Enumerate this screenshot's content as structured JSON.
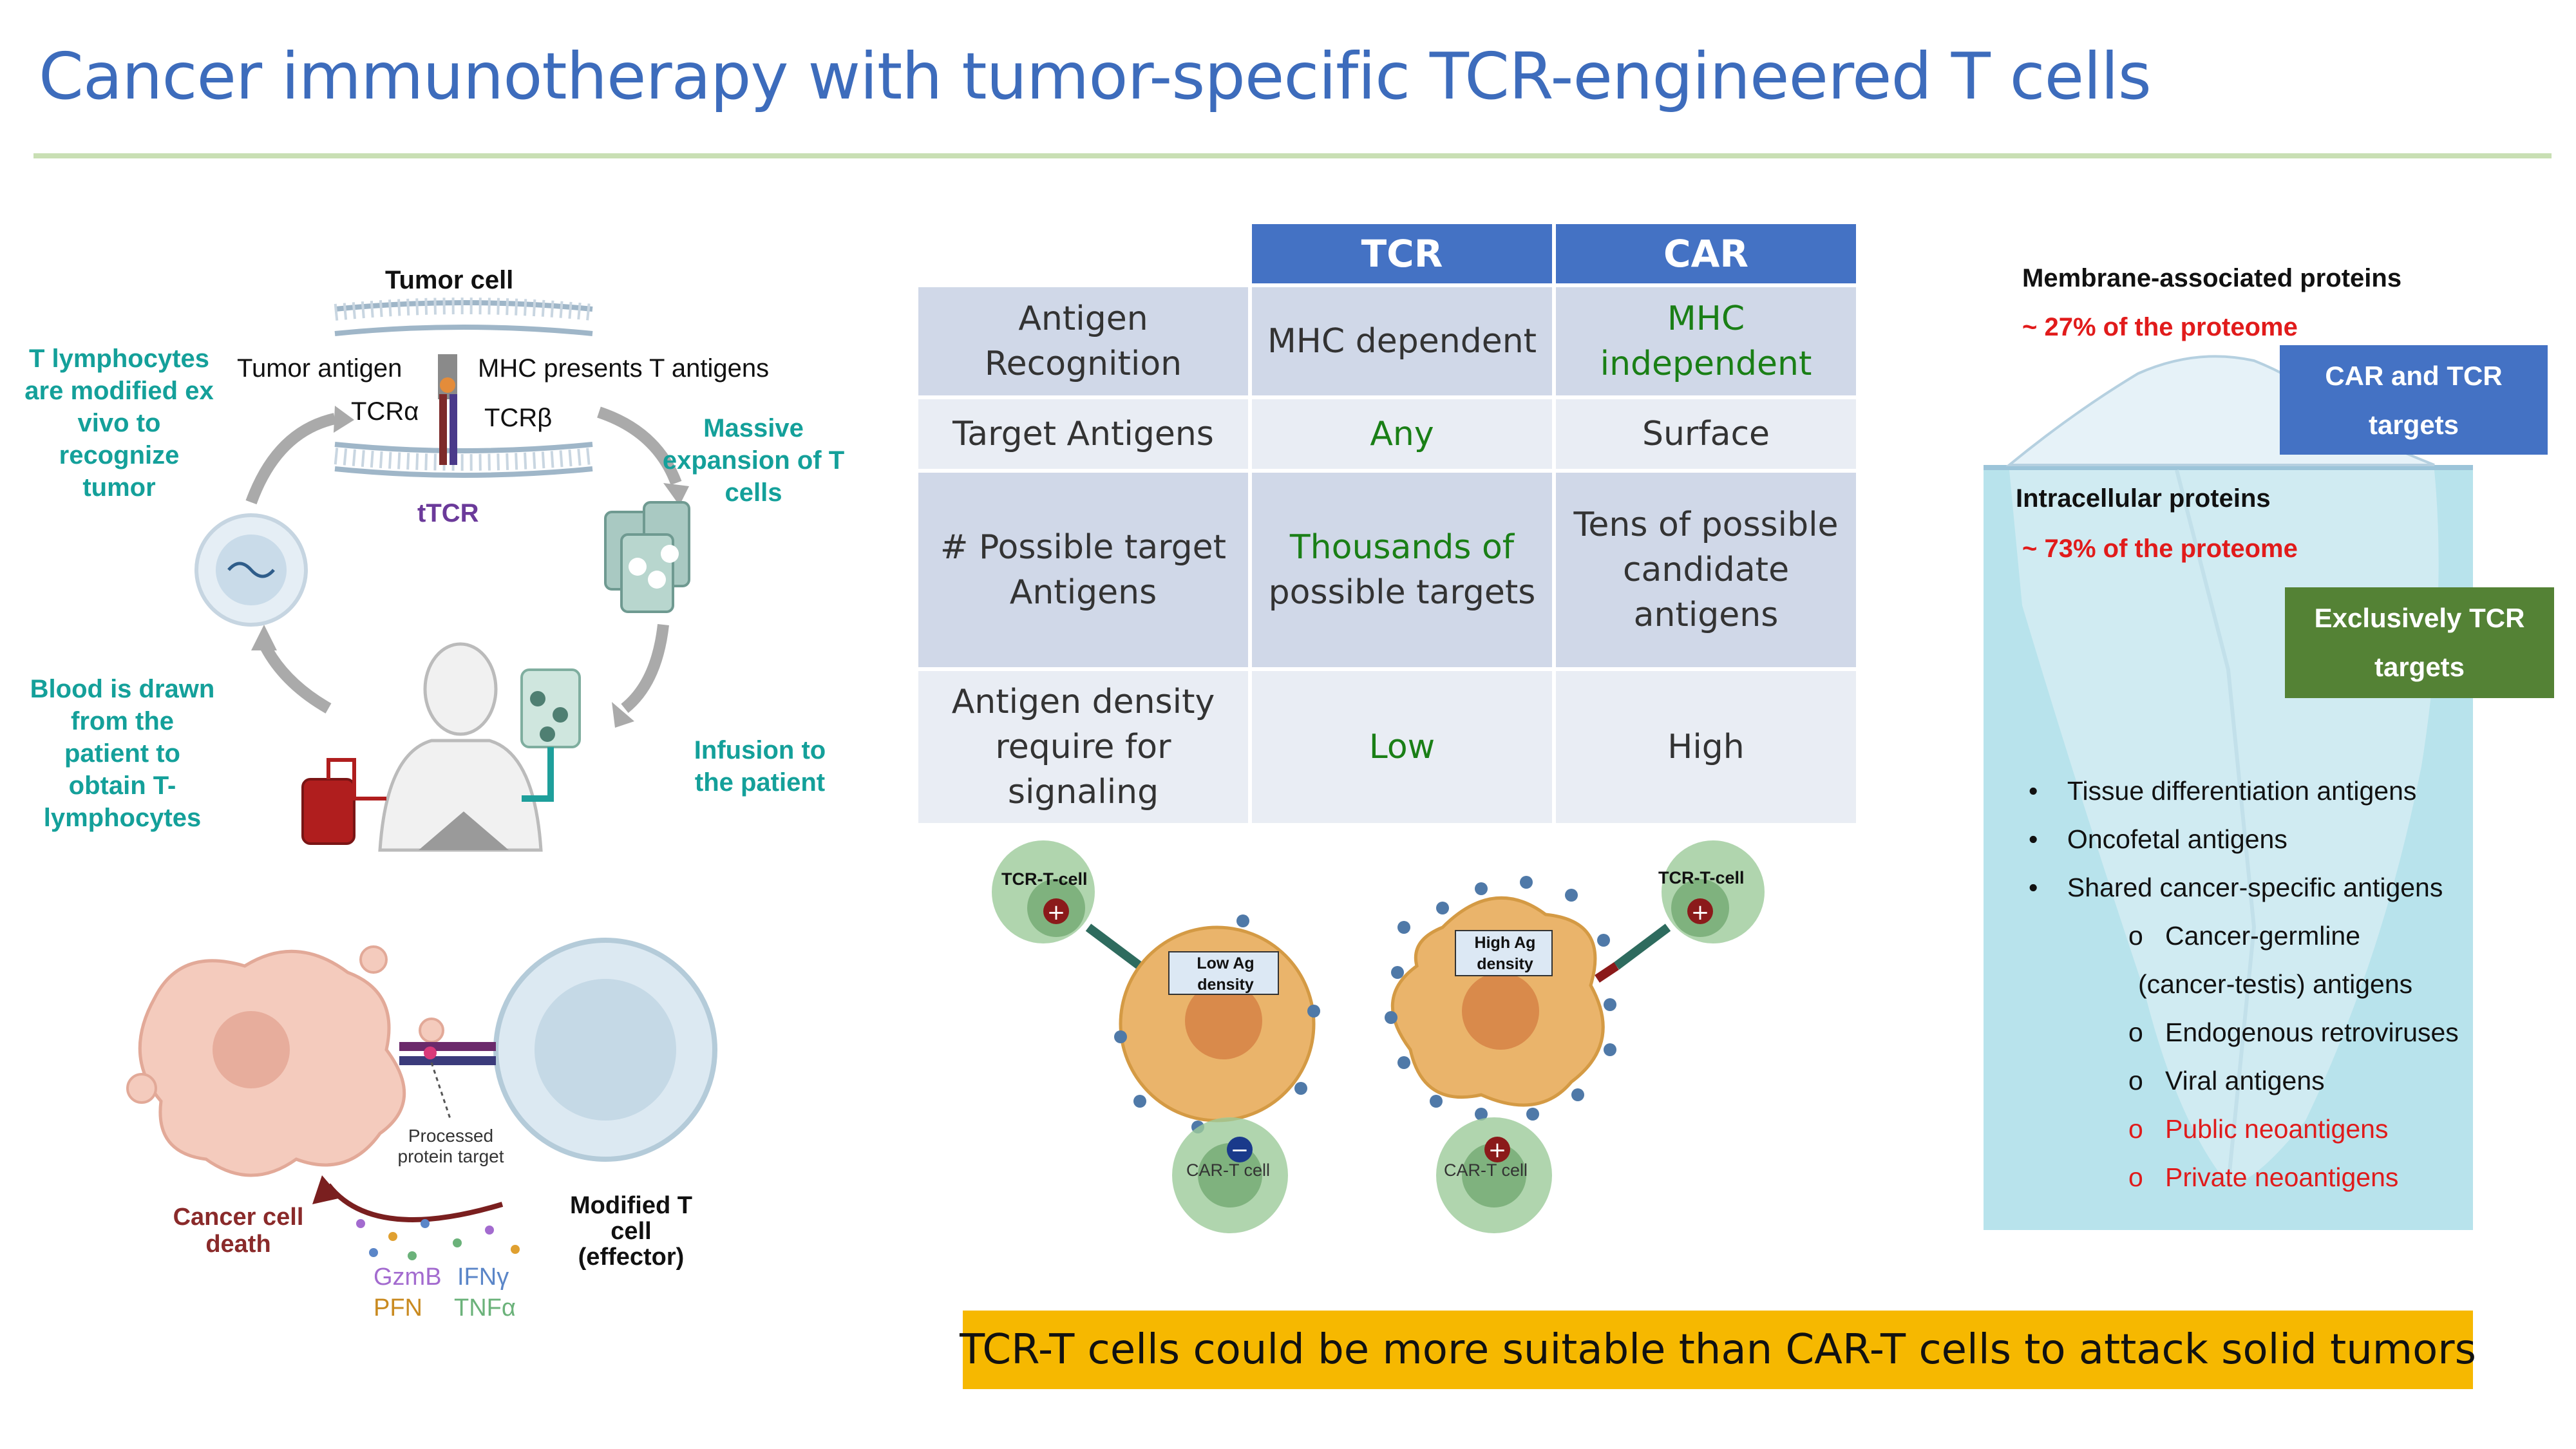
{
  "title": "Cancer immunotherapy with tumor-specific TCR-engineered T cells",
  "cycle": {
    "tumor_cell": "Tumor cell",
    "tumor_antigen": "Tumor antigen",
    "mhc_presents": "MHC presents T antigens",
    "tcr_alpha": "TCRα",
    "tcr_beta": "TCRβ",
    "ttcr": "tTCR",
    "step_modified": "T lymphocytes are modified ex vivo to recognize tumor",
    "step_expansion": "Massive expansion of T cells",
    "step_blood": "Blood is drawn from the patient to obtain T-lymphocytes",
    "step_infusion": "Infusion to the patient"
  },
  "killing": {
    "processed": "Processed protein target",
    "cancer_death": "Cancer cell death",
    "modified_t": "Modified T cell (effector)",
    "gzmb": "GzmB",
    "ifng": "IFNγ",
    "pfn": "PFN",
    "tnfa": "TNFα"
  },
  "table": {
    "headers": [
      "",
      "TCR",
      "CAR"
    ],
    "rows": [
      {
        "label": "Antigen Recognition",
        "tcr": "MHC dependent",
        "car": "MHC independent"
      },
      {
        "label": "Target Antigens",
        "tcr": "Any",
        "car": "Surface"
      },
      {
        "label": "# Possible target Antigens",
        "tcr_green": "Thousands of",
        "tcr_rest": "possible targets",
        "car": "Tens of possible candidate antigens"
      },
      {
        "label": "Antigen density require for signaling",
        "tcr": "Low",
        "car": "High"
      }
    ]
  },
  "density": {
    "tcr_t_cell": "TCR-T-cell",
    "car_t_cell": "CAR-T cell",
    "low": "Low Ag density",
    "high": "High Ag density"
  },
  "iceberg": {
    "membrane_title": "Membrane-associated proteins",
    "membrane_pct": "~ 27% of the proteome",
    "car_tcr_box": "CAR and TCR targets",
    "intracellular_title": "Intracellular proteins",
    "intracellular_pct": "~ 73% of the proteome",
    "exclusive_box": "Exclusively TCR targets",
    "bullets": [
      "Tissue differentiation antigens",
      "Oncofetal antigens",
      "Shared cancer-specific antigens"
    ],
    "sub_bullets": [
      "Cancer-germline",
      "(cancer-testis) antigens",
      "Endogenous retroviruses",
      "Viral antigens",
      "Public neoantigens",
      "Private neoantigens"
    ]
  },
  "colors": {
    "title": "#3d6cbc",
    "header": "#4472c4",
    "green_text": "#1a7f16",
    "teal_text": "#14a09a",
    "banner": "#f6b800",
    "red_text": "#e11b1b"
  },
  "banner": "TCR-T cells could be more suitable than CAR-T cells to attack solid tumors"
}
